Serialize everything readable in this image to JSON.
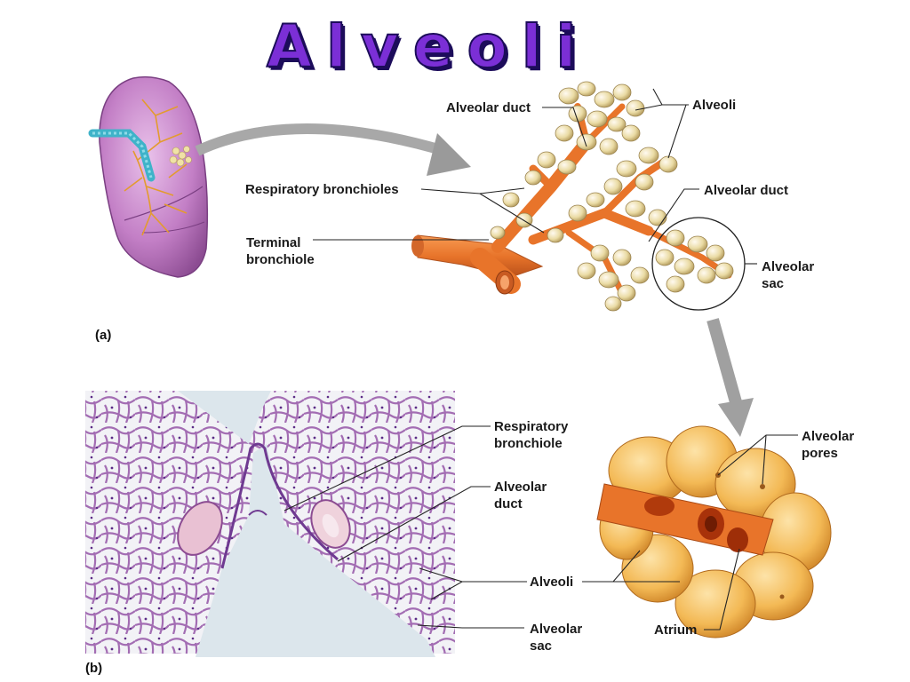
{
  "title": "Alveoli",
  "panel_a": {
    "tag": "(a)",
    "labels": {
      "alveolar_duct_top": "Alveolar duct",
      "alveoli_top": "Alveoli",
      "respiratory_bronchioles": "Respiratory bronchioles",
      "alveolar_duct_right": "Alveolar duct",
      "terminal_bronchiole_1": "Terminal",
      "terminal_bronchiole_2": "bronchiole",
      "alveolar_sac_1": "Alveolar",
      "alveolar_sac_2": "sac"
    }
  },
  "panel_b": {
    "tag": "(b)",
    "labels": {
      "respiratory_bronchiole_1": "Respiratory",
      "respiratory_bronchiole_2": "bronchiole",
      "alveolar_duct_1": "Alveolar",
      "alveolar_duct_2": "duct",
      "alveoli": "Alveoli",
      "alveolar_sac_1": "Alveolar",
      "alveolar_sac_2": "sac",
      "alveolar_pores_1": "Alveolar",
      "alveolar_pores_2": "pores",
      "atrium": "Atrium"
    }
  },
  "colors": {
    "title": "#7b2fd6",
    "lung": "#c37fc6",
    "bronchiole": "#e8742a",
    "alveolus": "#eadba4",
    "alveolus_b": "#f3b955",
    "histology_bg": "#d8e4ea",
    "tissue": "#a36db3"
  }
}
